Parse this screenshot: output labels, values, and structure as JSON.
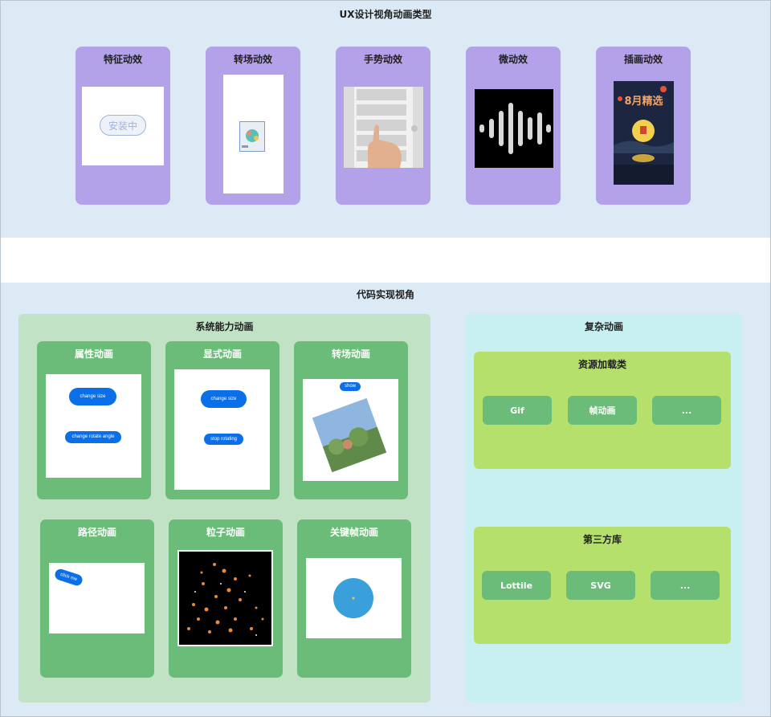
{
  "ux_section": {
    "title": "UX设计视角动画类型",
    "cards": [
      {
        "label": "特征动效",
        "demo_button": "安装中"
      },
      {
        "label": "转场动效"
      },
      {
        "label": "手势动效"
      },
      {
        "label": "微动效"
      },
      {
        "label": "插画动效",
        "poster_text": "8月精选"
      }
    ]
  },
  "code_section": {
    "title": "代码实现视角",
    "system": {
      "title": "系统能力动画",
      "cards": [
        {
          "label": "属性动画",
          "buttons": [
            "change size",
            "change rotate angle"
          ]
        },
        {
          "label": "显式动画",
          "buttons": [
            "change size",
            "stop rotating"
          ]
        },
        {
          "label": "转场动画",
          "buttons": [
            "show"
          ]
        },
        {
          "label": "路径动画",
          "buttons": [
            "click me"
          ]
        },
        {
          "label": "粒子动画"
        },
        {
          "label": "关键帧动画"
        }
      ]
    },
    "complex": {
      "title": "复杂动画",
      "groups": [
        {
          "title": "资源加载类",
          "items": [
            "Gif",
            "帧动画",
            "..."
          ]
        },
        {
          "title": "第三方库",
          "items": [
            "Lottile",
            "SVG",
            "..."
          ]
        }
      ]
    }
  },
  "colors": {
    "band": "#dbeaf4",
    "ux_card": "#b3a2e9",
    "system_panel": "#c2e2c6",
    "green_card": "#6bbc78",
    "complex_panel": "#c9f0f1",
    "lime_group": "#b6e06c",
    "button_blue": "#0a6fe8"
  }
}
